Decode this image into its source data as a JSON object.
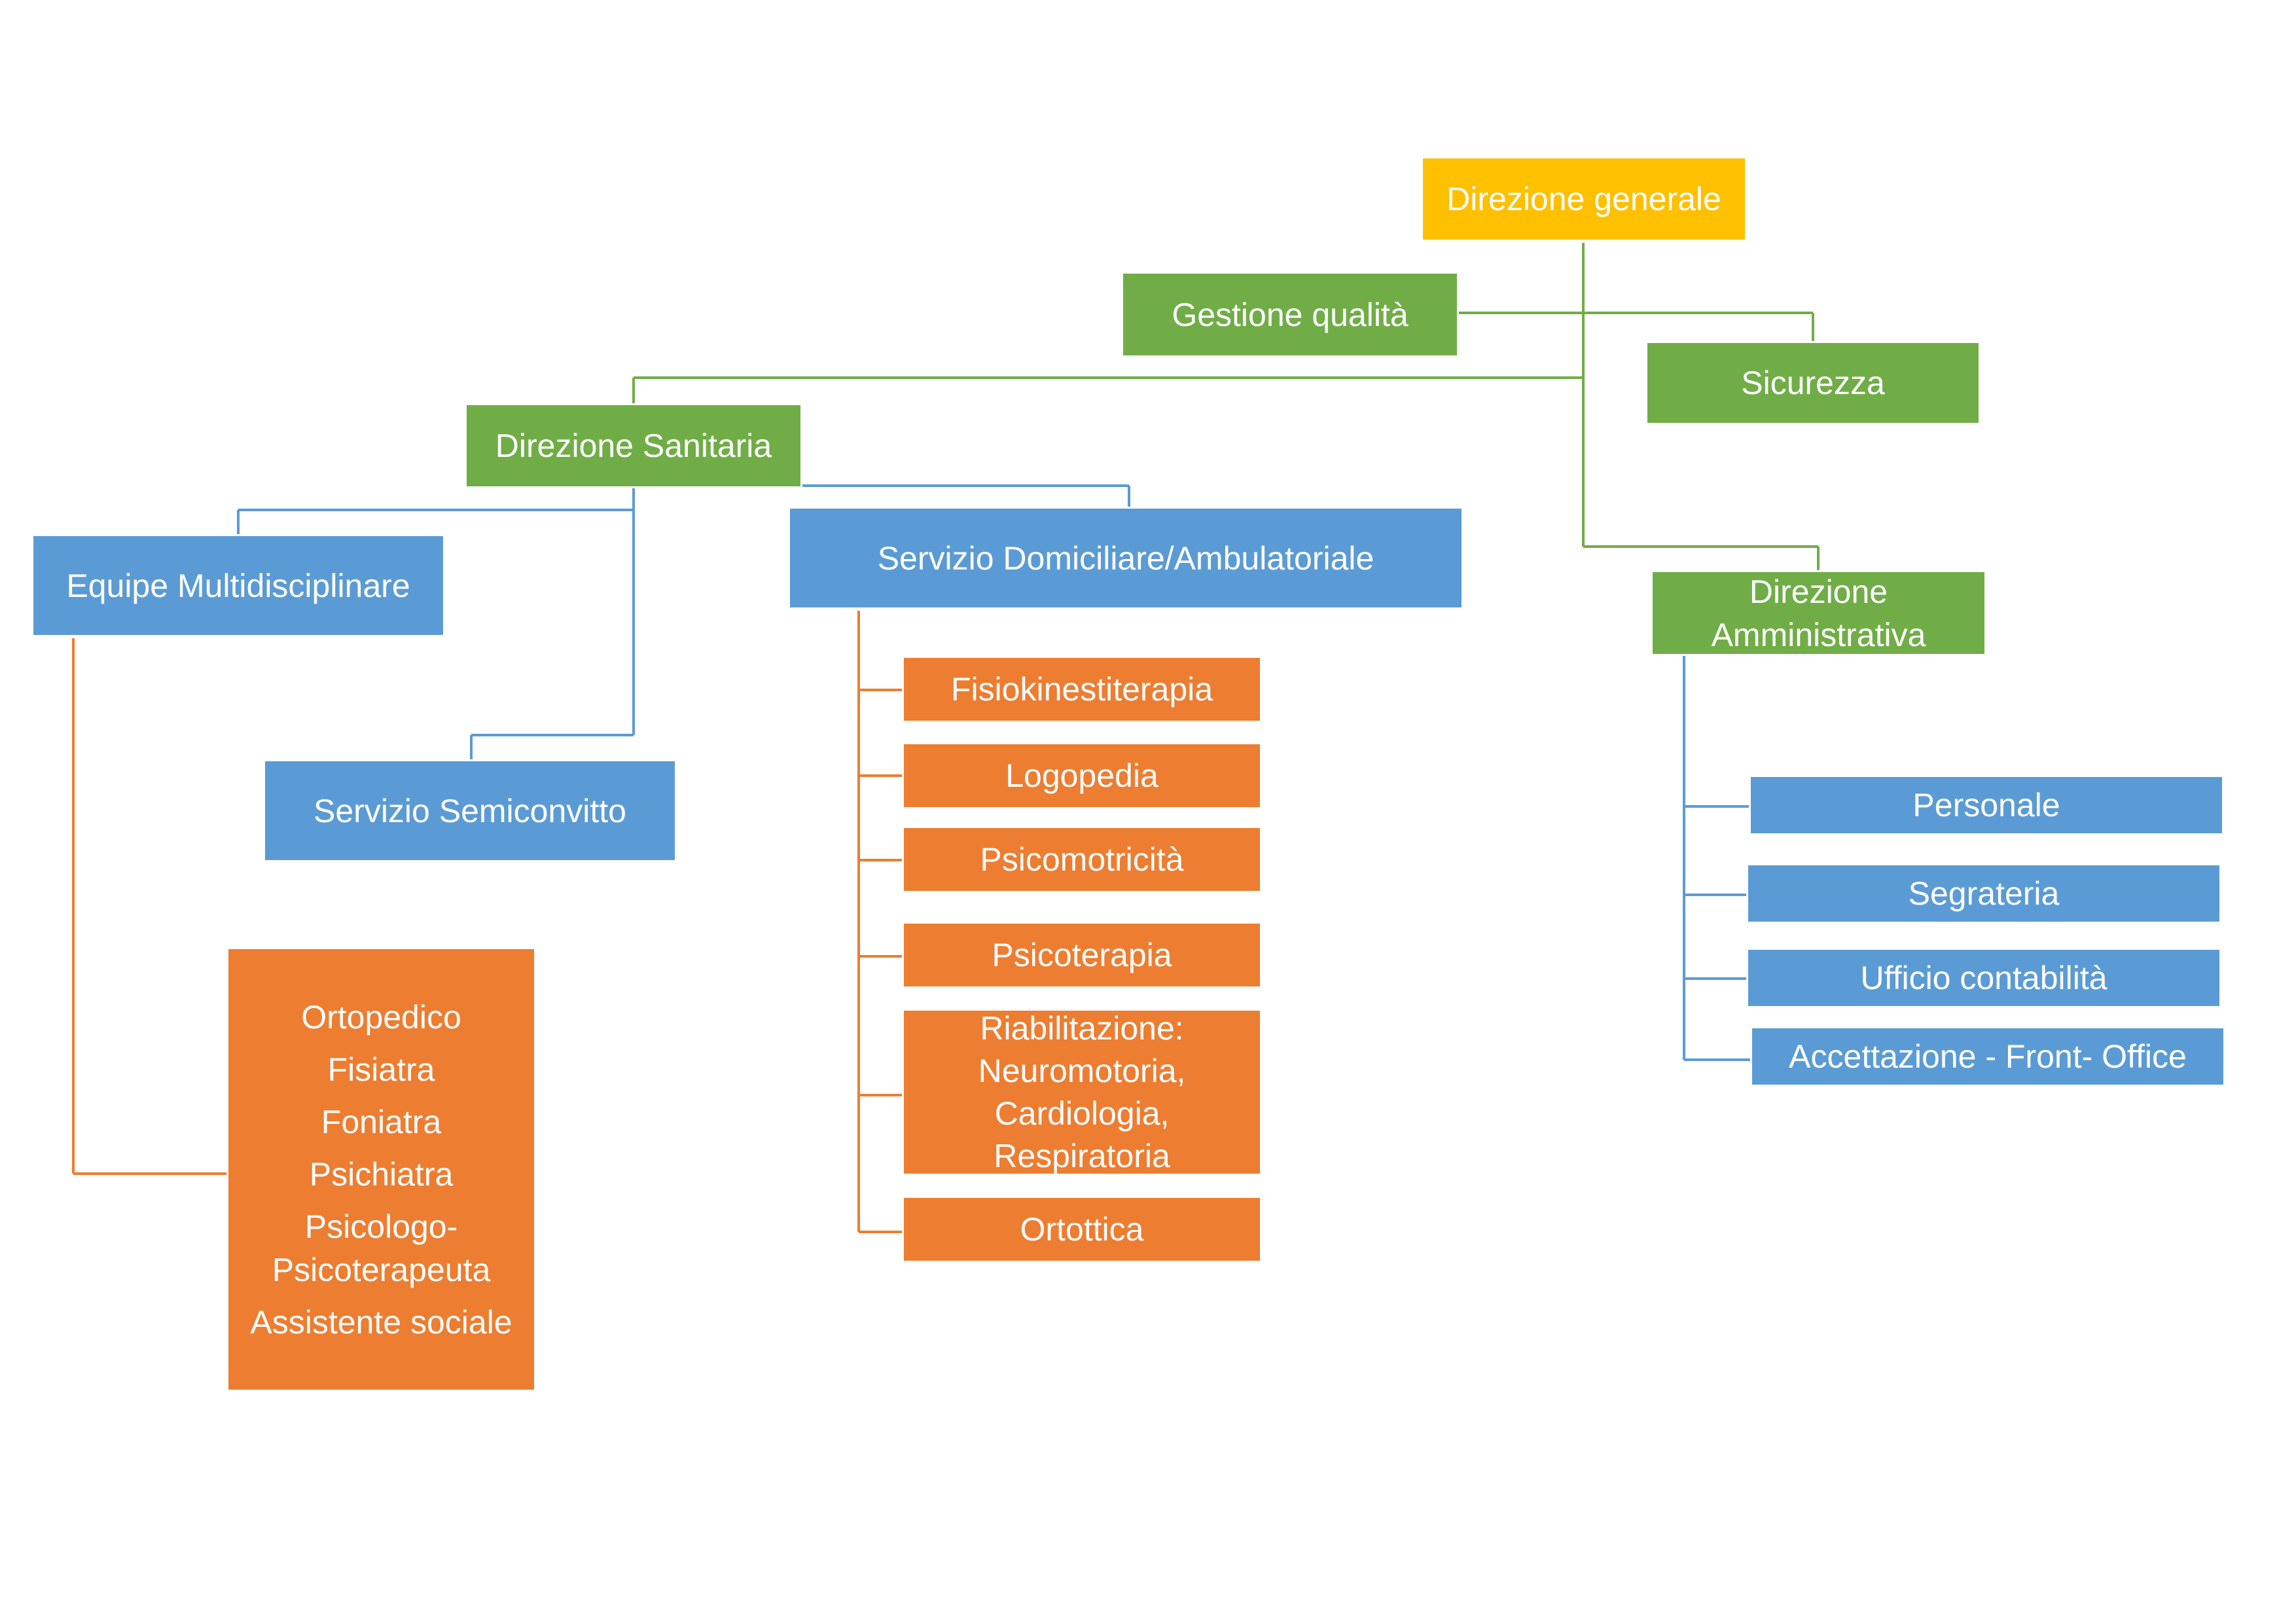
{
  "colors": {
    "yellow": "#ffc000",
    "green": "#70ad47",
    "blue": "#5b9bd5",
    "orange": "#ed7d31",
    "text": "#ffffff"
  },
  "direzione_generale": "Direzione generale",
  "gestione_qualita": "Gestione qualità",
  "sicurezza": "Sicurezza",
  "direzione_sanitaria": "Direzione Sanitaria",
  "direzione_amministrativa": [
    "Direzione",
    "Amministrativa"
  ],
  "equipe_multidisciplinare": "Equipe Multidisciplinare",
  "servizio_semiconvitto": "Servizio Semiconvitto",
  "servizio_domiciliare": "Servizio Domiciliare/Ambulatoriale",
  "equipe_members": [
    "Ortopedico",
    "Fisiatra",
    "Foniatra",
    "Psichiatra",
    "Psicologo-",
    "Psicoterapeuta",
    "Assistente sociale"
  ],
  "servizi": {
    "fisiokinesiterapia": "Fisiokinestiterapia",
    "logopedia": "Logopedia",
    "psicomotricita": "Psicomotricità",
    "psicoterapia": "Psicoterapia",
    "riabilitazione": [
      "Riabilitazione:",
      "Neuromotoria,",
      "Cardiologia,",
      "Respiratoria"
    ],
    "ortottica": "Ortottica"
  },
  "amministrazione": {
    "personale": "Personale",
    "segrateria": "Segrateria",
    "ufficio_contabilita": "Ufficio contabilità",
    "accettazione": "Accettazione - Front- Office"
  }
}
